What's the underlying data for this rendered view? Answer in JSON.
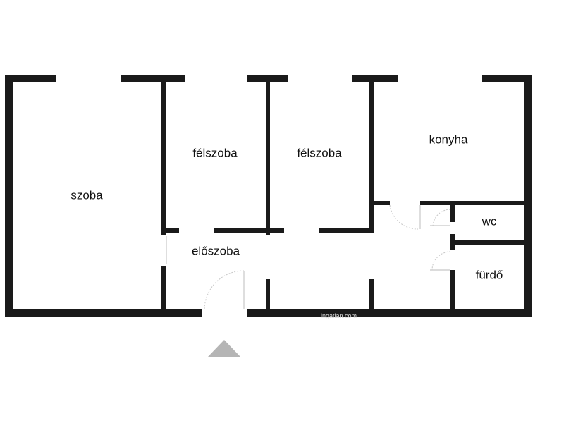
{
  "rooms": {
    "szoba": "szoba",
    "felszoba_1": "félszoba",
    "felszoba_2": "félszoba",
    "konyha": "konyha",
    "eloszoba": "előszoba",
    "wc": "wc",
    "furdo": "fürdő"
  },
  "watermark": "ingatlan.com",
  "colors": {
    "wall": "#1a1a1a",
    "background": "#ffffff",
    "entrance_marker": "#b5b5b5",
    "watermark": "#d8d8d8"
  },
  "icons": {
    "entrance": "entrance-arrow-icon"
  }
}
